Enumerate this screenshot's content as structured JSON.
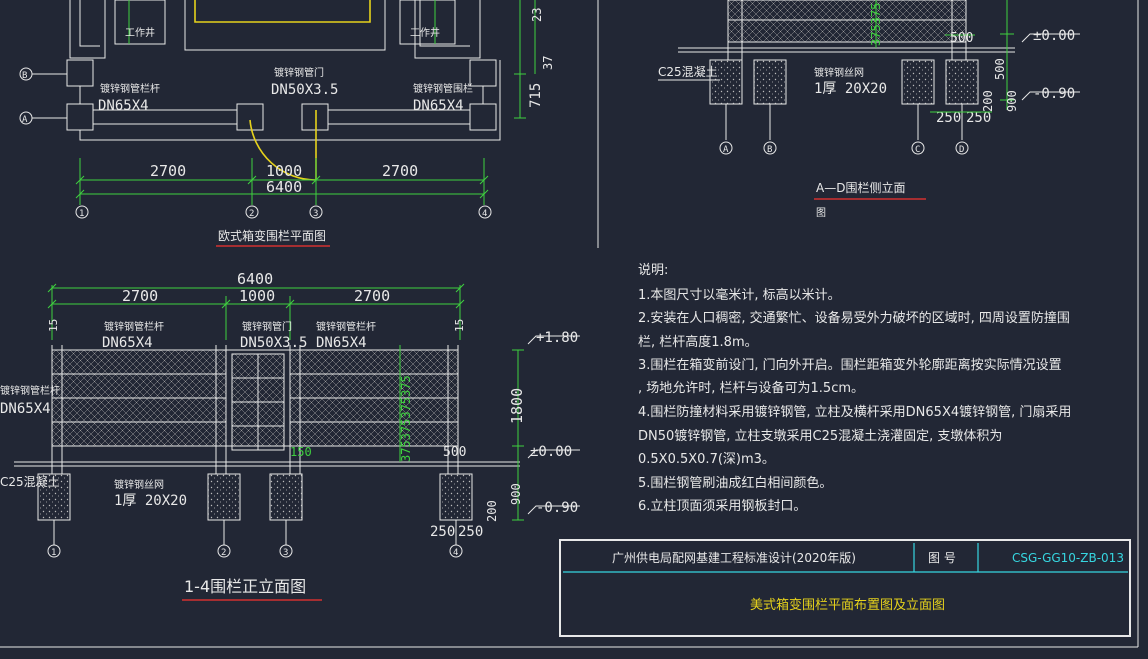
{
  "colors": {
    "background": "#222735",
    "line": "#e8e8e8",
    "dimension": "#3fd13f",
    "door": "#e6d21c",
    "title_underline": "#d23030",
    "title_block": "#36d6e0"
  },
  "plan_view": {
    "title": "欧式箱变围栏平面图",
    "well_left": "工作井",
    "well_right": "工作井",
    "axis_b": "B",
    "axis_a": "A",
    "label_rail_left_1": "镀锌钢管栏杆",
    "label_rail_left_2": "DN65X4",
    "label_gate_1": "镀锌钢管门",
    "label_gate_2": "DN50X3.5",
    "label_rail_right_1": "镀锌钢管围栏",
    "label_rail_right_2": "DN65X4",
    "dim_left": "2700",
    "dim_mid": "1000",
    "dim_right": "2700",
    "dim_total": "6400",
    "dim_side": "715",
    "dim_side_top_1": "23",
    "dim_side_top_2": "37",
    "axis_1": "1",
    "axis_2": "2",
    "axis_3": "3",
    "axis_4": "4"
  },
  "side_view": {
    "title": "A—D围栏侧立面",
    "title_suffix": "图",
    "concrete": "C25混凝土",
    "mesh_1": "镀锌钢丝网",
    "mesh_2": "1厚 20X20",
    "level_0": "±0.00",
    "level_m": "-0.90",
    "dim_a": "500",
    "dim_b": "200",
    "dim_c": "500",
    "dim_d": "200",
    "dim_e": "900",
    "dim_f": "250",
    "dim_g": "250",
    "dim_vert": "375375",
    "axis_a": "A",
    "axis_b": "B",
    "axis_c": "C",
    "axis_d": "D"
  },
  "front_view": {
    "title": "1-4围栏正立面图",
    "dim_total": "6400",
    "dim_left": "2700",
    "dim_mid": "1000",
    "dim_right": "2700",
    "dim_edge_l": "15",
    "dim_edge_r": "15",
    "label_rail_a_1": "镀锌钢管栏杆",
    "label_rail_a_2": "DN65X4",
    "label_gate_1": "镀锌钢管门",
    "label_gate_2": "DN50X3.5",
    "label_rail_b_1": "镀锌钢管栏杆",
    "label_rail_b_2": "DN65X4",
    "label_rail_c_1": "镀锌钢管栏杆",
    "label_rail_c_2": "DN65X4",
    "label_concrete": "C25混凝土",
    "label_mesh_1": "镀锌钢丝网",
    "label_mesh_2": "1厚 20X20",
    "level_top": "+1.80",
    "level_0": "±0.00",
    "level_m": "-0.90",
    "dim_height": "1800",
    "dim_vert": "375375375375",
    "dim_150": "150",
    "dim_500": "500",
    "dim_200": "200",
    "dim_900": "900",
    "dim_250a": "250",
    "dim_250b": "250",
    "axis_1": "1",
    "axis_2": "2",
    "axis_3": "3",
    "axis_4": "4"
  },
  "notes": {
    "heading": "说明:",
    "lines": [
      "1.本图尺寸以毫米计, 标高以米计。",
      "2.安装在人口稠密, 交通繁忙、设备易受外力破坏的区域时, 四周设置防撞围",
      "栏, 栏杆高度1.8m。",
      "3.围栏在箱变前设门, 门向外开启。围栏距箱变外轮廓距离按实际情况设置",
      ", 场地允许时, 栏杆与设备可为1.5cm。",
      "4.围栏防撞材料采用镀锌钢管, 立柱及横杆采用DN65X4镀锌钢管, 门扇采用",
      "DN50镀锌钢管, 立柱支墩采用C25混凝土浇灌固定, 支墩体积为",
      "0.5X0.5X0.7(深)m3。",
      "5.围栏钢管刷油成红白相间颜色。",
      "6.立柱顶面须采用钢板封口。"
    ]
  },
  "title_block": {
    "org": "广州供电局配网基建工程标准设计(2020年版)",
    "drawing_no_label": "图  号",
    "drawing_no": "CSG-GG10-ZB-013",
    "drawing_title": "美式箱变围栏平面布置图及立面图"
  }
}
